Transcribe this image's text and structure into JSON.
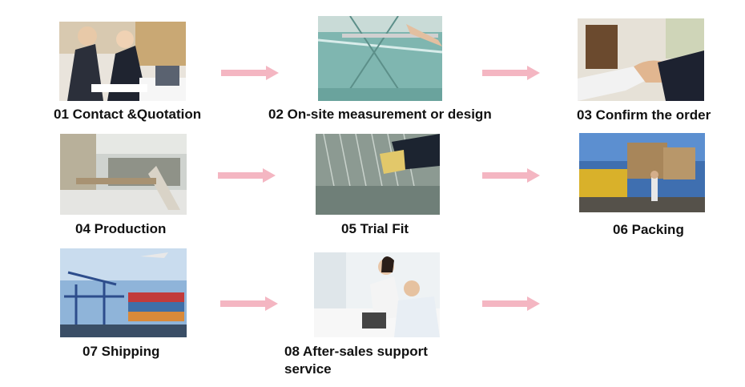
{
  "steps": [
    {
      "label": "01 Contact &Quotation",
      "image": "business-meeting-photo"
    },
    {
      "label": "02 On-site measurement or design",
      "image": "glass-measurement-photo"
    },
    {
      "label": "03 Confirm the order",
      "image": "handshake-photo"
    },
    {
      "label": "04 Production",
      "image": "factory-photo"
    },
    {
      "label": "05 Trial Fit",
      "image": "glass-fitting-photo"
    },
    {
      "label": "06 Packing",
      "image": "forklift-packing-photo"
    },
    {
      "label": "07 Shipping",
      "image": "cargo-port-photo"
    },
    {
      "label": "08 After-sales support service",
      "image": "customer-service-photo"
    }
  ],
  "arrow_color": "#f4b6c2",
  "arrow_icon": "arrow-right-icon"
}
